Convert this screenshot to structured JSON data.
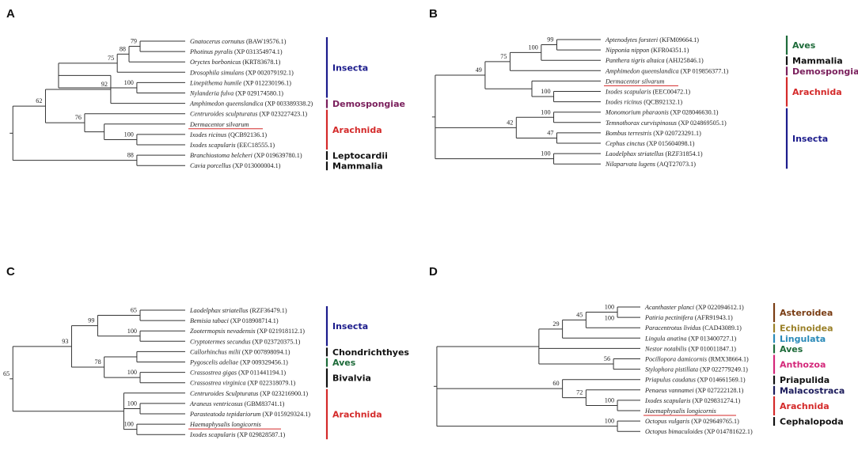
{
  "panels": [
    {
      "letter": "A",
      "taxa": [
        {
          "sp": "Gnatocerus cornutus",
          "acc": "(BAW19576.1)"
        },
        {
          "sp": "Photinus pyralis",
          "acc": "(XP 031354974.1)"
        },
        {
          "sp": "Oryctes borbonicus",
          "acc": "(KRT83678.1)"
        },
        {
          "sp": "Drosophila simulans",
          "acc": "(XP 002079192.1)"
        },
        {
          "sp": "Linepithema humile",
          "acc": "(XP 012230196.1)"
        },
        {
          "sp": "Nylanderia fulva",
          "acc": "(XP 029174580.1)"
        },
        {
          "sp": "Amphimedon queenslandica",
          "acc": "(XP 003389338.2)"
        },
        {
          "sp": "Centruroides sculpturatus",
          "acc": "(XP 023227423.1)"
        },
        {
          "sp": "Dermacentor silvarum",
          "acc": "",
          "highlight": true
        },
        {
          "sp": "Ixodes ricinus",
          "acc": "(QCB92136.1)"
        },
        {
          "sp": "Ixodes scapularis",
          "acc": "(EEC18555.1)"
        },
        {
          "sp": "Branchiostoma belcheri",
          "acc": "(XP 019639780.1)"
        },
        {
          "sp": "Cavia porcellus",
          "acc": "(XP 013000004.1)"
        }
      ],
      "bootstraps": [
        "79",
        "88",
        "75",
        "62",
        "100",
        "92",
        "76",
        "100",
        "88"
      ],
      "groups": [
        {
          "name": "Insecta",
          "color": "#1c1c8c",
          "from": 0,
          "to": 5
        },
        {
          "name": "Demospongiae",
          "color": "#7a1f5c",
          "from": 6,
          "to": 6
        },
        {
          "name": "Arachnida",
          "color": "#d42a2a",
          "from": 7,
          "to": 10
        },
        {
          "name": "Leptocardii",
          "color": "#111111",
          "from": 11,
          "to": 11
        },
        {
          "name": "Mammalia",
          "color": "#111111",
          "from": 12,
          "to": 12
        }
      ]
    },
    {
      "letter": "B",
      "taxa": [
        {
          "sp": "Aptenodytes forsteri",
          "acc": "(KFM09664.1)"
        },
        {
          "sp": "Nipponia nippon",
          "acc": "(KFR04351.1)"
        },
        {
          "sp": "Panthera tigris altaica",
          "acc": "(AHJ25846.1)"
        },
        {
          "sp": "Amphimedon queenslandica",
          "acc": "(XP 019856377.1)"
        },
        {
          "sp": "Dermacentor silvarum",
          "acc": "",
          "highlight": true
        },
        {
          "sp": "Ixodes scapularis",
          "acc": "(EEC00472.1)"
        },
        {
          "sp": "Ixodes ricinus",
          "acc": "(QCB92132.1)"
        },
        {
          "sp": "Monomorium pharaonis",
          "acc": "(XP 028046630.1)"
        },
        {
          "sp": "Temnothorax curvispinosus",
          "acc": "(XP 024869505.1)"
        },
        {
          "sp": "Bombus terrestris",
          "acc": "(XP 020723291.1)"
        },
        {
          "sp": "Cephus cinctus",
          "acc": "(XP 015604098.1)"
        },
        {
          "sp": "Laodelphax striatellus",
          "acc": "(RZF31854.1)"
        },
        {
          "sp": "Nilaparvata lugens",
          "acc": "(AQT27073.1)"
        }
      ],
      "bootstraps": [
        "99",
        "100",
        "75",
        "49",
        "100",
        "100",
        "47",
        "42",
        "100"
      ],
      "groups": [
        {
          "name": "Aves",
          "color": "#1e6b3a",
          "from": 0,
          "to": 1
        },
        {
          "name": "Mammalia",
          "color": "#111111",
          "from": 2,
          "to": 2
        },
        {
          "name": "Demospongiae",
          "color": "#7a1f5c",
          "from": 3,
          "to": 3
        },
        {
          "name": "Arachnida",
          "color": "#d42a2a",
          "from": 4,
          "to": 6
        },
        {
          "name": "Insecta",
          "color": "#1c1c8c",
          "from": 7,
          "to": 12
        }
      ]
    },
    {
      "letter": "C",
      "taxa": [
        {
          "sp": "Laodelphax striatellus",
          "acc": "(RZF36479.1)"
        },
        {
          "sp": "Bemisia tabaci",
          "acc": "(XP 018908714.1)"
        },
        {
          "sp": "Zootermopsis nevadensis",
          "acc": "(XP 021918112.1)"
        },
        {
          "sp": "Cryptotermes secundus",
          "acc": "(XP 023720375.1)"
        },
        {
          "sp": "Callorhinchus milii",
          "acc": "(XP 007898094.1)"
        },
        {
          "sp": "Pygoscelis adeliae",
          "acc": "(XP 009329456.1)"
        },
        {
          "sp": "Crassostrea gigas",
          "acc": "(XP 011441194.1)"
        },
        {
          "sp": "Crassostrea virginica",
          "acc": "(XP 022318079.1)"
        },
        {
          "sp": "Centruroides Sculpturatus",
          "acc": "(XP 023216900.1)"
        },
        {
          "sp": "Araneus ventricosus",
          "acc": "(GBM83741.1)"
        },
        {
          "sp": "Parasteatoda tepidariorum",
          "acc": "(XP 015929324.1)"
        },
        {
          "sp": "Haemaphysalis longicornis",
          "acc": "",
          "highlight": true
        },
        {
          "sp": "Ixodes scapularis",
          "acc": "(XP 029828587.1)"
        }
      ],
      "bootstraps": [
        "65",
        "99",
        "100",
        "93",
        "78",
        "100",
        "65",
        "100",
        "100"
      ],
      "groups": [
        {
          "name": "Insecta",
          "color": "#1c1c8c",
          "from": 0,
          "to": 3
        },
        {
          "name": "Chondrichthyes",
          "color": "#111111",
          "from": 4,
          "to": 4
        },
        {
          "name": "Aves",
          "color": "#1e6b3a",
          "from": 5,
          "to": 5
        },
        {
          "name": "Bivalvia",
          "color": "#111111",
          "from": 6,
          "to": 7
        },
        {
          "name": "Arachnida",
          "color": "#d42a2a",
          "from": 8,
          "to": 12
        }
      ]
    },
    {
      "letter": "D",
      "taxa": [
        {
          "sp": "Acanthaster planci",
          "acc": "(XP 022094612.1)"
        },
        {
          "sp": "Patiria pectinifera",
          "acc": "(AFR91943.1)"
        },
        {
          "sp": "Paracentrotus lividus",
          "acc": "(CAD43089.1)"
        },
        {
          "sp": "Lingula anatina",
          "acc": "(XP 013400727.1)"
        },
        {
          "sp": "Nestor notabilis",
          "acc": "(XP 010011847.1)"
        },
        {
          "sp": "Pocillopora damicornis",
          "acc": "(RMX38664.1)"
        },
        {
          "sp": "Stylophora pistillata",
          "acc": "(XP 022779249.1)"
        },
        {
          "sp": "Priapulus caudatus",
          "acc": "(XP 014661569.1)"
        },
        {
          "sp": "Penaeus vannamei",
          "acc": "(XP 027222128.1)"
        },
        {
          "sp": "Ixodes scapularis",
          "acc": "(XP 029831274.1)"
        },
        {
          "sp": "Haemaphysalis longicornis",
          "acc": "",
          "highlight": true
        },
        {
          "sp": "Octopus vulgaris",
          "acc": "(XP 029649765.1)"
        },
        {
          "sp": "Octopus bimaculoides",
          "acc": "(XP 014781622.1)"
        }
      ],
      "bootstraps": [
        "100",
        "100",
        "45",
        "29",
        "56",
        "72",
        "60",
        "100",
        "100"
      ],
      "groups": [
        {
          "name": "Asteroidea",
          "color": "#7a3d14",
          "from": 0,
          "to": 1
        },
        {
          "name": "Echinoidea",
          "color": "#9a8028",
          "from": 2,
          "to": 2
        },
        {
          "name": "Lingulata",
          "color": "#2a8ab8",
          "from": 3,
          "to": 3
        },
        {
          "name": "Aves",
          "color": "#1e6b3a",
          "from": 4,
          "to": 4
        },
        {
          "name": "Anthozoa",
          "color": "#d4287a",
          "from": 5,
          "to": 6
        },
        {
          "name": "Priapulida",
          "color": "#111111",
          "from": 7,
          "to": 7
        },
        {
          "name": "Malacostraca",
          "color": "#1c1c5c",
          "from": 8,
          "to": 8
        },
        {
          "name": "Arachnida",
          "color": "#d42a2a",
          "from": 9,
          "to": 10
        },
        {
          "name": "Cephalopoda",
          "color": "#111111",
          "from": 11,
          "to": 11
        }
      ]
    }
  ]
}
